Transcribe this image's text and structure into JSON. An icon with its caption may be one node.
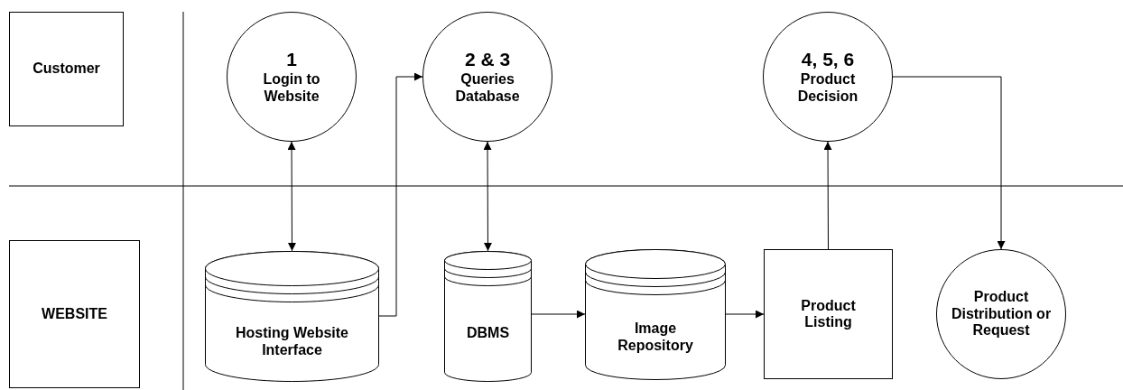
{
  "diagram": {
    "nodes": [
      {
        "text": [
          "Customer"
        ]
      },
      {
        "text": [
          "WEBSITE"
        ]
      },
      {
        "text": [
          "1",
          "Login to Website"
        ]
      },
      {
        "text": [
          "2 & 3",
          "Queries Database"
        ]
      },
      {
        "text": [
          "4, 5, 6",
          "Product Decision"
        ]
      },
      {
        "text": [
          "Hosting Website Interface"
        ]
      },
      {
        "text": [
          "DBMS"
        ]
      },
      {
        "text": [
          "Image Repository"
        ]
      },
      {
        "text": [
          "Product Listing"
        ]
      },
      {
        "text": [
          "Product Distribution or Request"
        ]
      }
    ],
    "edges": [
      {
        "from": 2,
        "to": 5,
        "arrow": "both"
      },
      {
        "from": 5,
        "to": 3,
        "arrow": "to"
      },
      {
        "from": 3,
        "to": 6,
        "arrow": "both"
      },
      {
        "from": 6,
        "to": 7,
        "arrow": "to"
      },
      {
        "from": 7,
        "to": 8,
        "arrow": "to"
      },
      {
        "from": 8,
        "to": 4,
        "arrow": "to"
      },
      {
        "from": 4,
        "to": 9,
        "arrow": "to"
      }
    ]
  }
}
